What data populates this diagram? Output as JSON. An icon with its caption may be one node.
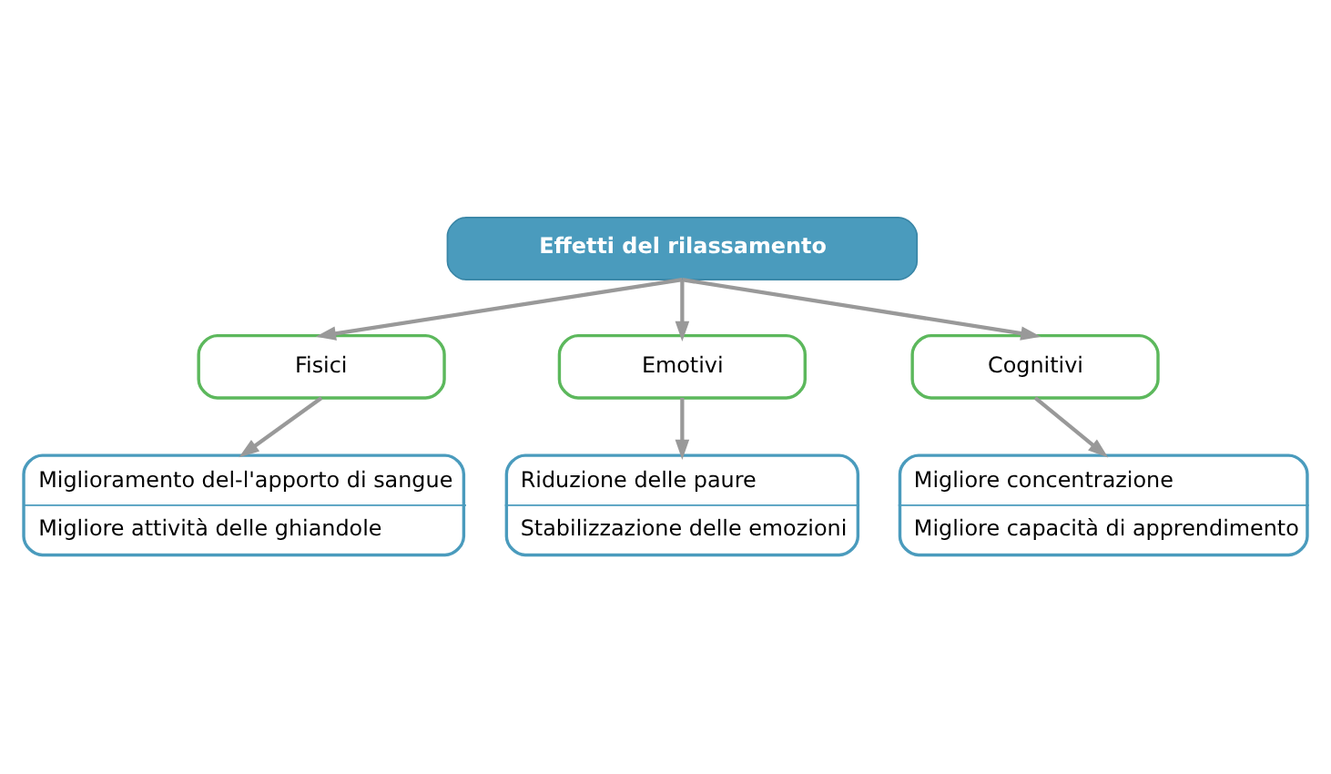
{
  "diagram": {
    "nodes": [
      {
        "text": [
          "Effetti del rilassamento"
        ]
      },
      {
        "text": [
          "Fisici"
        ]
      },
      {
        "text": [
          "Emotivi"
        ]
      },
      {
        "text": [
          "Cognitivi"
        ]
      },
      {
        "text": [
          "Miglioramento del-l'apporto di sangue",
          "Migliore attività delle ghiandole"
        ]
      },
      {
        "text": [
          "Riduzione delle paure",
          "Stabilizzazione delle emozioni"
        ]
      },
      {
        "text": [
          "Migliore concentrazione",
          "Migliore capacità di apprendimento"
        ]
      }
    ],
    "edges": [
      {
        "from": 0,
        "to": 1,
        "arrow": "to"
      },
      {
        "from": 0,
        "to": 2,
        "arrow": "to"
      },
      {
        "from": 0,
        "to": 3,
        "arrow": "to"
      },
      {
        "from": 1,
        "to": 4,
        "arrow": "to"
      },
      {
        "from": 2,
        "to": 5,
        "arrow": "to"
      },
      {
        "from": 3,
        "to": 6,
        "arrow": "to"
      }
    ]
  }
}
